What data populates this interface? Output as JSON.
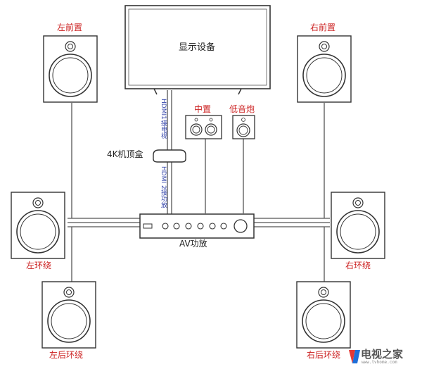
{
  "labels": {
    "display": "显示设备",
    "front_left": "左前置",
    "front_right": "右前置",
    "center": "中置",
    "subwoofer": "低音炮",
    "settop": "4K机顶盒",
    "amplifier": "AV功放",
    "surround_left": "左环绕",
    "surround_right": "右环绕",
    "rear_left": "左后环绕",
    "rear_right": "右后环绕",
    "hdmi1": "HDMI1接电视",
    "hdmi2": "HDMI 2接功放"
  },
  "watermark": {
    "text": "电视之家",
    "url": "www.tvhome.com"
  },
  "colors": {
    "label_red": "#cc2222",
    "label_blue": "#3344aa",
    "line": "#555555",
    "watermark_red": "#e53935",
    "watermark_blue": "#1e6fd9"
  }
}
